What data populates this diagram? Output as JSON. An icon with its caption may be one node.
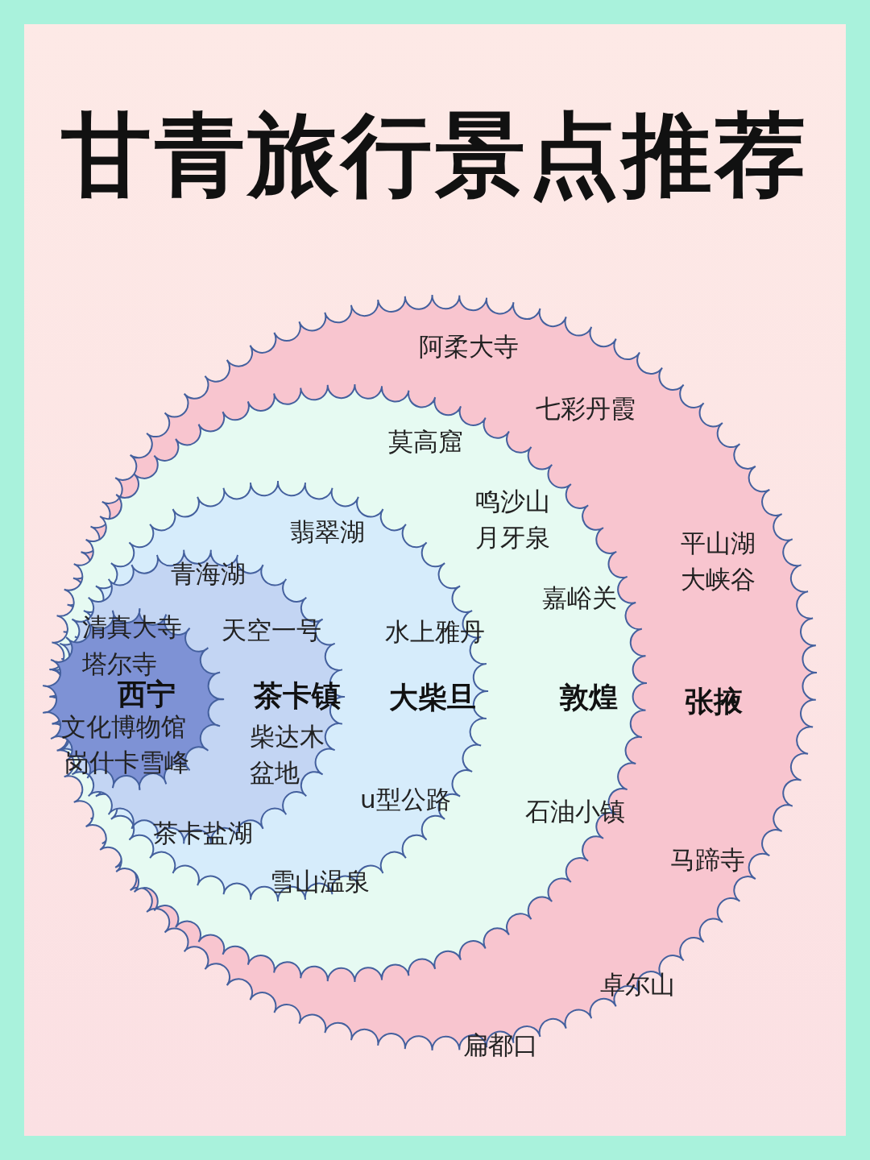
{
  "diagram": {
    "title": "甘青旅行景点推荐",
    "nodes": [
      {
        "text": [
          "阿柔大寺",
          "七彩丹霞",
          "平山湖大峡谷",
          "张掖",
          "马蹄寺",
          "卓尔山",
          "扁都口"
        ]
      },
      {
        "text": [
          "莫高窟",
          "鸣沙山月牙泉",
          "嘉峪关",
          "敦煌",
          "石油小镇"
        ],
        "in": 0
      },
      {
        "text": [
          "翡翠湖",
          "水上雅丹",
          "大柴旦",
          "u型公路",
          "雪山温泉"
        ],
        "in": 1
      },
      {
        "text": [
          "青海湖",
          "天空一号",
          "茶卡镇",
          "柴达木盆地",
          "茶卡盐湖"
        ],
        "in": 2
      },
      {
        "text": [
          "清真大寺",
          "塔尔寺",
          "西宁",
          "文化博物馆",
          "岗什卡雪峰"
        ],
        "in": 3
      }
    ]
  }
}
